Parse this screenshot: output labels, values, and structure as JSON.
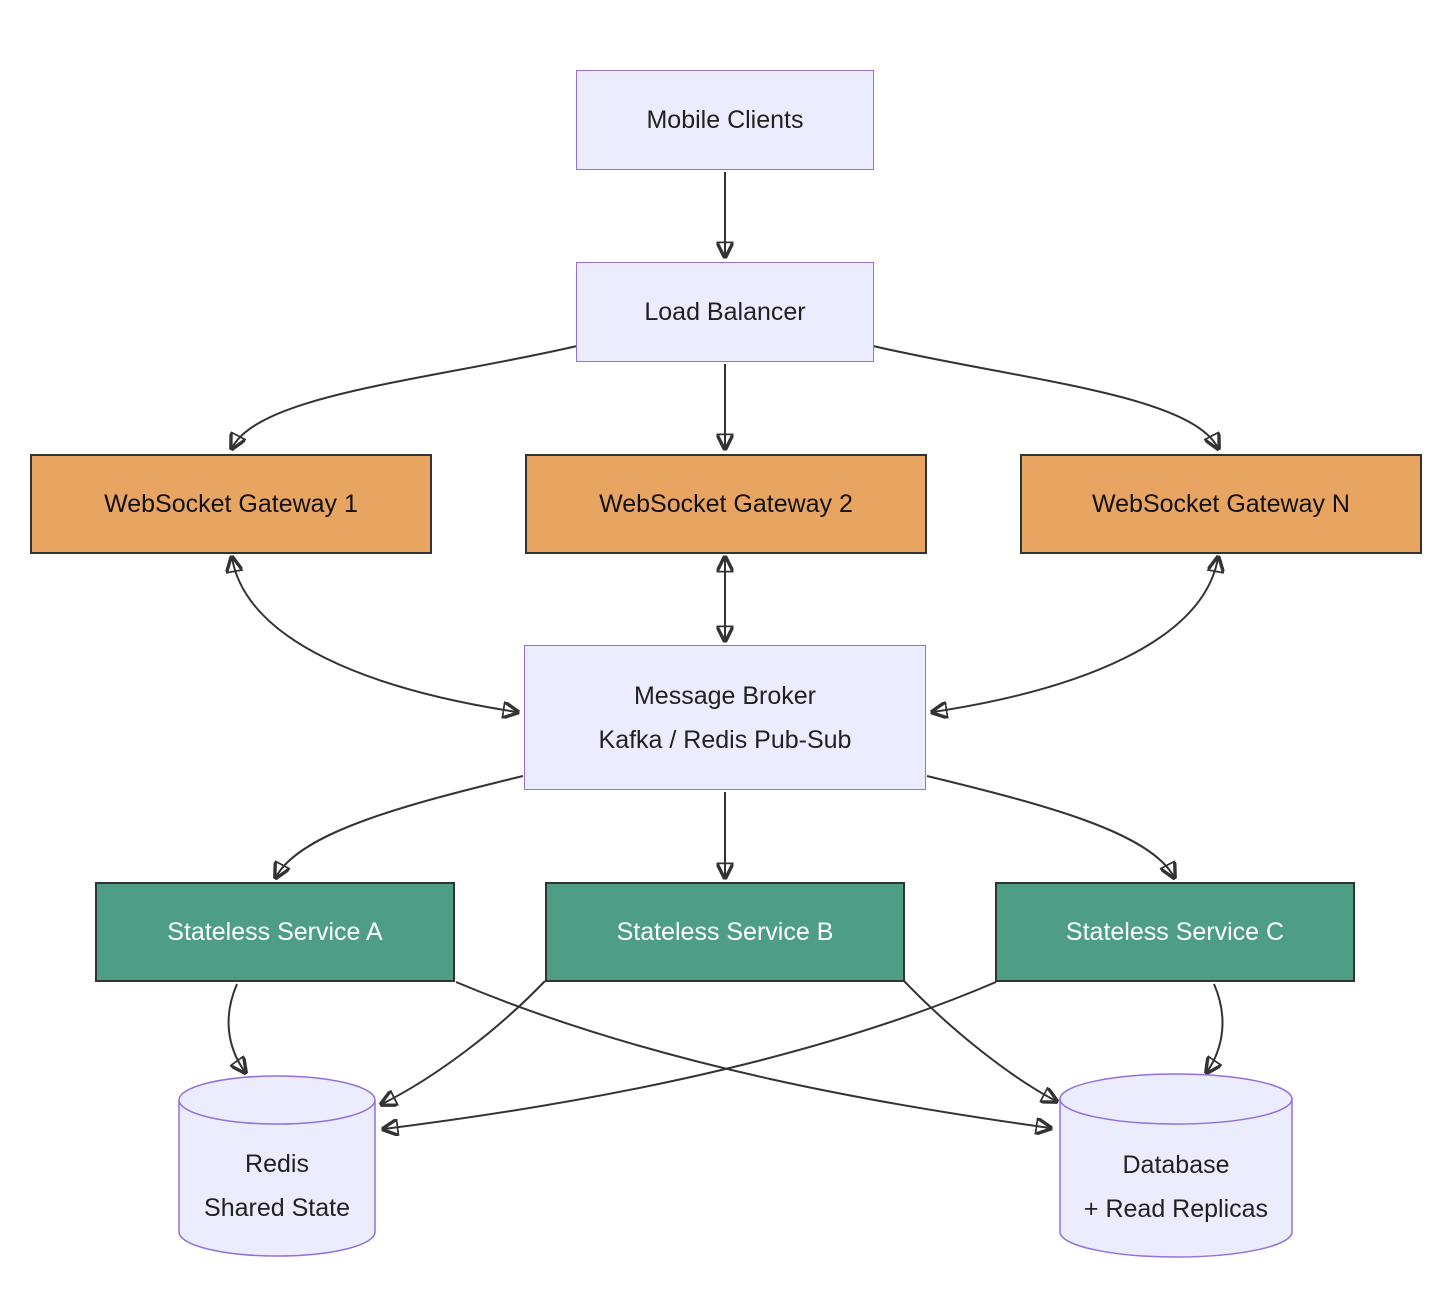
{
  "diagram": {
    "type": "flowchart-top-down",
    "colors": {
      "lavender_fill": "#ECECFF",
      "lavender_border": "#9370DB",
      "gateway_fill": "#E8A562",
      "gateway_border": "#333333",
      "service_fill": "#4D9E85",
      "service_border": "#333333",
      "service_text": "#FFFFFF",
      "edge_stroke": "#333333",
      "text": "#212121",
      "background": "#FFFFFF"
    },
    "nodes": {
      "mobile": {
        "label": "Mobile Clients"
      },
      "lb": {
        "label": "Load Balancer"
      },
      "gw1": {
        "label": "WebSocket Gateway 1"
      },
      "gw2": {
        "label": "WebSocket Gateway 2"
      },
      "gwn": {
        "label": "WebSocket Gateway N"
      },
      "broker": {
        "label_line1": "Message Broker",
        "label_line2": "Kafka / Redis Pub-Sub"
      },
      "svc_a": {
        "label": "Stateless Service A"
      },
      "svc_b": {
        "label": "Stateless Service B"
      },
      "svc_c": {
        "label": "Stateless Service C"
      },
      "redis": {
        "label_line1": "Redis",
        "label_line2": "Shared State"
      },
      "db": {
        "label_line1": "Database",
        "label_line2": "+ Read Replicas"
      }
    },
    "edges": [
      {
        "from": "mobile",
        "to": "lb",
        "type": "arrow"
      },
      {
        "from": "lb",
        "to": "gw1",
        "type": "arrow"
      },
      {
        "from": "lb",
        "to": "gw2",
        "type": "arrow"
      },
      {
        "from": "lb",
        "to": "gwn",
        "type": "arrow"
      },
      {
        "from": "gw1",
        "to": "broker",
        "type": "bidirectional"
      },
      {
        "from": "gw2",
        "to": "broker",
        "type": "bidirectional"
      },
      {
        "from": "gwn",
        "to": "broker",
        "type": "bidirectional"
      },
      {
        "from": "broker",
        "to": "svc_a",
        "type": "arrow"
      },
      {
        "from": "broker",
        "to": "svc_b",
        "type": "arrow"
      },
      {
        "from": "broker",
        "to": "svc_c",
        "type": "arrow"
      },
      {
        "from": "svc_a",
        "to": "redis",
        "type": "arrow"
      },
      {
        "from": "svc_a",
        "to": "db",
        "type": "arrow"
      },
      {
        "from": "svc_b",
        "to": "redis",
        "type": "arrow"
      },
      {
        "from": "svc_b",
        "to": "db",
        "type": "arrow"
      },
      {
        "from": "svc_c",
        "to": "redis",
        "type": "arrow"
      },
      {
        "from": "svc_c",
        "to": "db",
        "type": "arrow"
      }
    ]
  }
}
